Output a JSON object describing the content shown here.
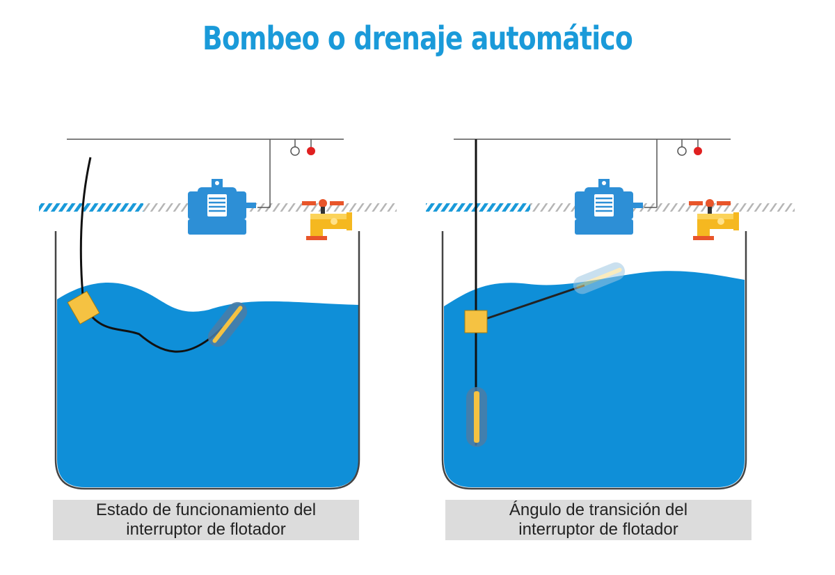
{
  "title": "Bombeo o drenaje automático",
  "panels": [
    {
      "id": "left",
      "caption_line1": "Estado de funcionamiento del",
      "caption_line2": "interruptor de flotador"
    },
    {
      "id": "right",
      "caption_line1": "Ángulo de transición del",
      "caption_line2": "interruptor de flotador"
    }
  ],
  "colors": {
    "title": "#1a9ad9",
    "water": "#0f8fd8",
    "water_light": "#3fa9e6",
    "float": "#f5c242",
    "motor": "#2d8fd6",
    "tap": "#f5b820",
    "indicator_red": "#e02020",
    "ground_hatch": "#1a9ad9"
  },
  "icons": [
    "motor-icon",
    "faucet-icon",
    "indicator-light-icon",
    "float-switch-icon"
  ]
}
